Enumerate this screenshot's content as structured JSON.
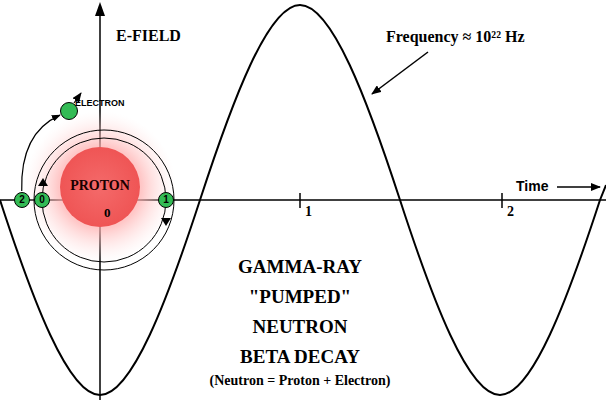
{
  "diagram": {
    "title": "GAMMA-RAY \"PUMPED\" NEUTRON BETA DECAY",
    "caption": "(Neutron = Proton + Electron)",
    "nodes": [
      {
        "text": [
          "PROTON"
        ]
      },
      {
        "text": [
          "2"
        ]
      },
      {
        "text": [
          "0"
        ]
      },
      {
        "text": [
          "1"
        ]
      },
      {
        "text": [
          "ELECTRON"
        ]
      }
    ],
    "edges": [
      {
        "from": 1,
        "to": 4,
        "arrow": "to"
      }
    ],
    "labels": [
      "E-FIELD",
      "Frequency ≈ 10²² Hz",
      "Time",
      "0",
      "1",
      "2"
    ]
  }
}
